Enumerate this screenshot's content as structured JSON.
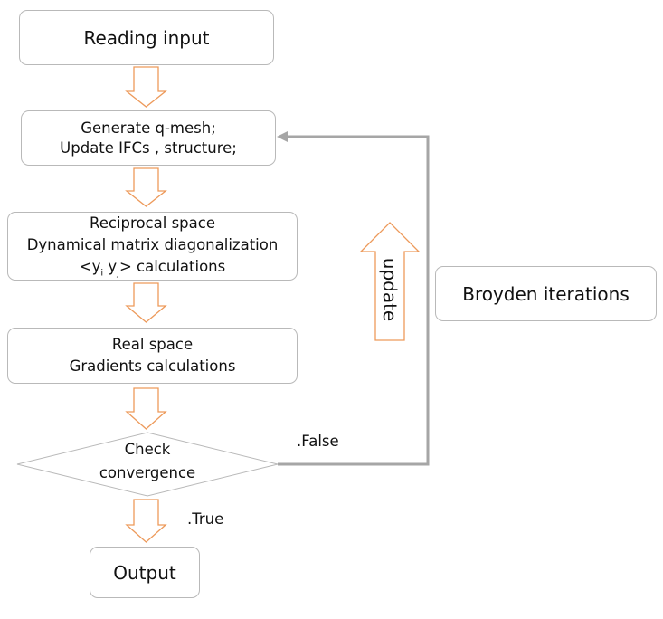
{
  "colors": {
    "arrow_outline": "#ed9a5b",
    "connector": "#a6a6a6",
    "box_border": "#b9b9b9",
    "text": "#111111"
  },
  "nodes": {
    "reading_input": "Reading input",
    "generate": {
      "line1": "Generate q-mesh;",
      "line2": "Update IFCs , structure;"
    },
    "reciprocal": {
      "line1": "Reciprocal space",
      "line2": "Dynamical matrix diagonalization",
      "line3_pre": "<y",
      "line3_i": "i",
      "line3_mid": " y",
      "line3_j": "j",
      "line3_post": "> calculations"
    },
    "real": {
      "line1": "Real space",
      "line2": "Gradients calculations"
    },
    "check": {
      "line1": "Check",
      "line2": "convergence"
    },
    "output": "Output",
    "broyden": "Broyden iterations"
  },
  "labels": {
    "false": ".False",
    "true": ".True",
    "update": "update"
  }
}
